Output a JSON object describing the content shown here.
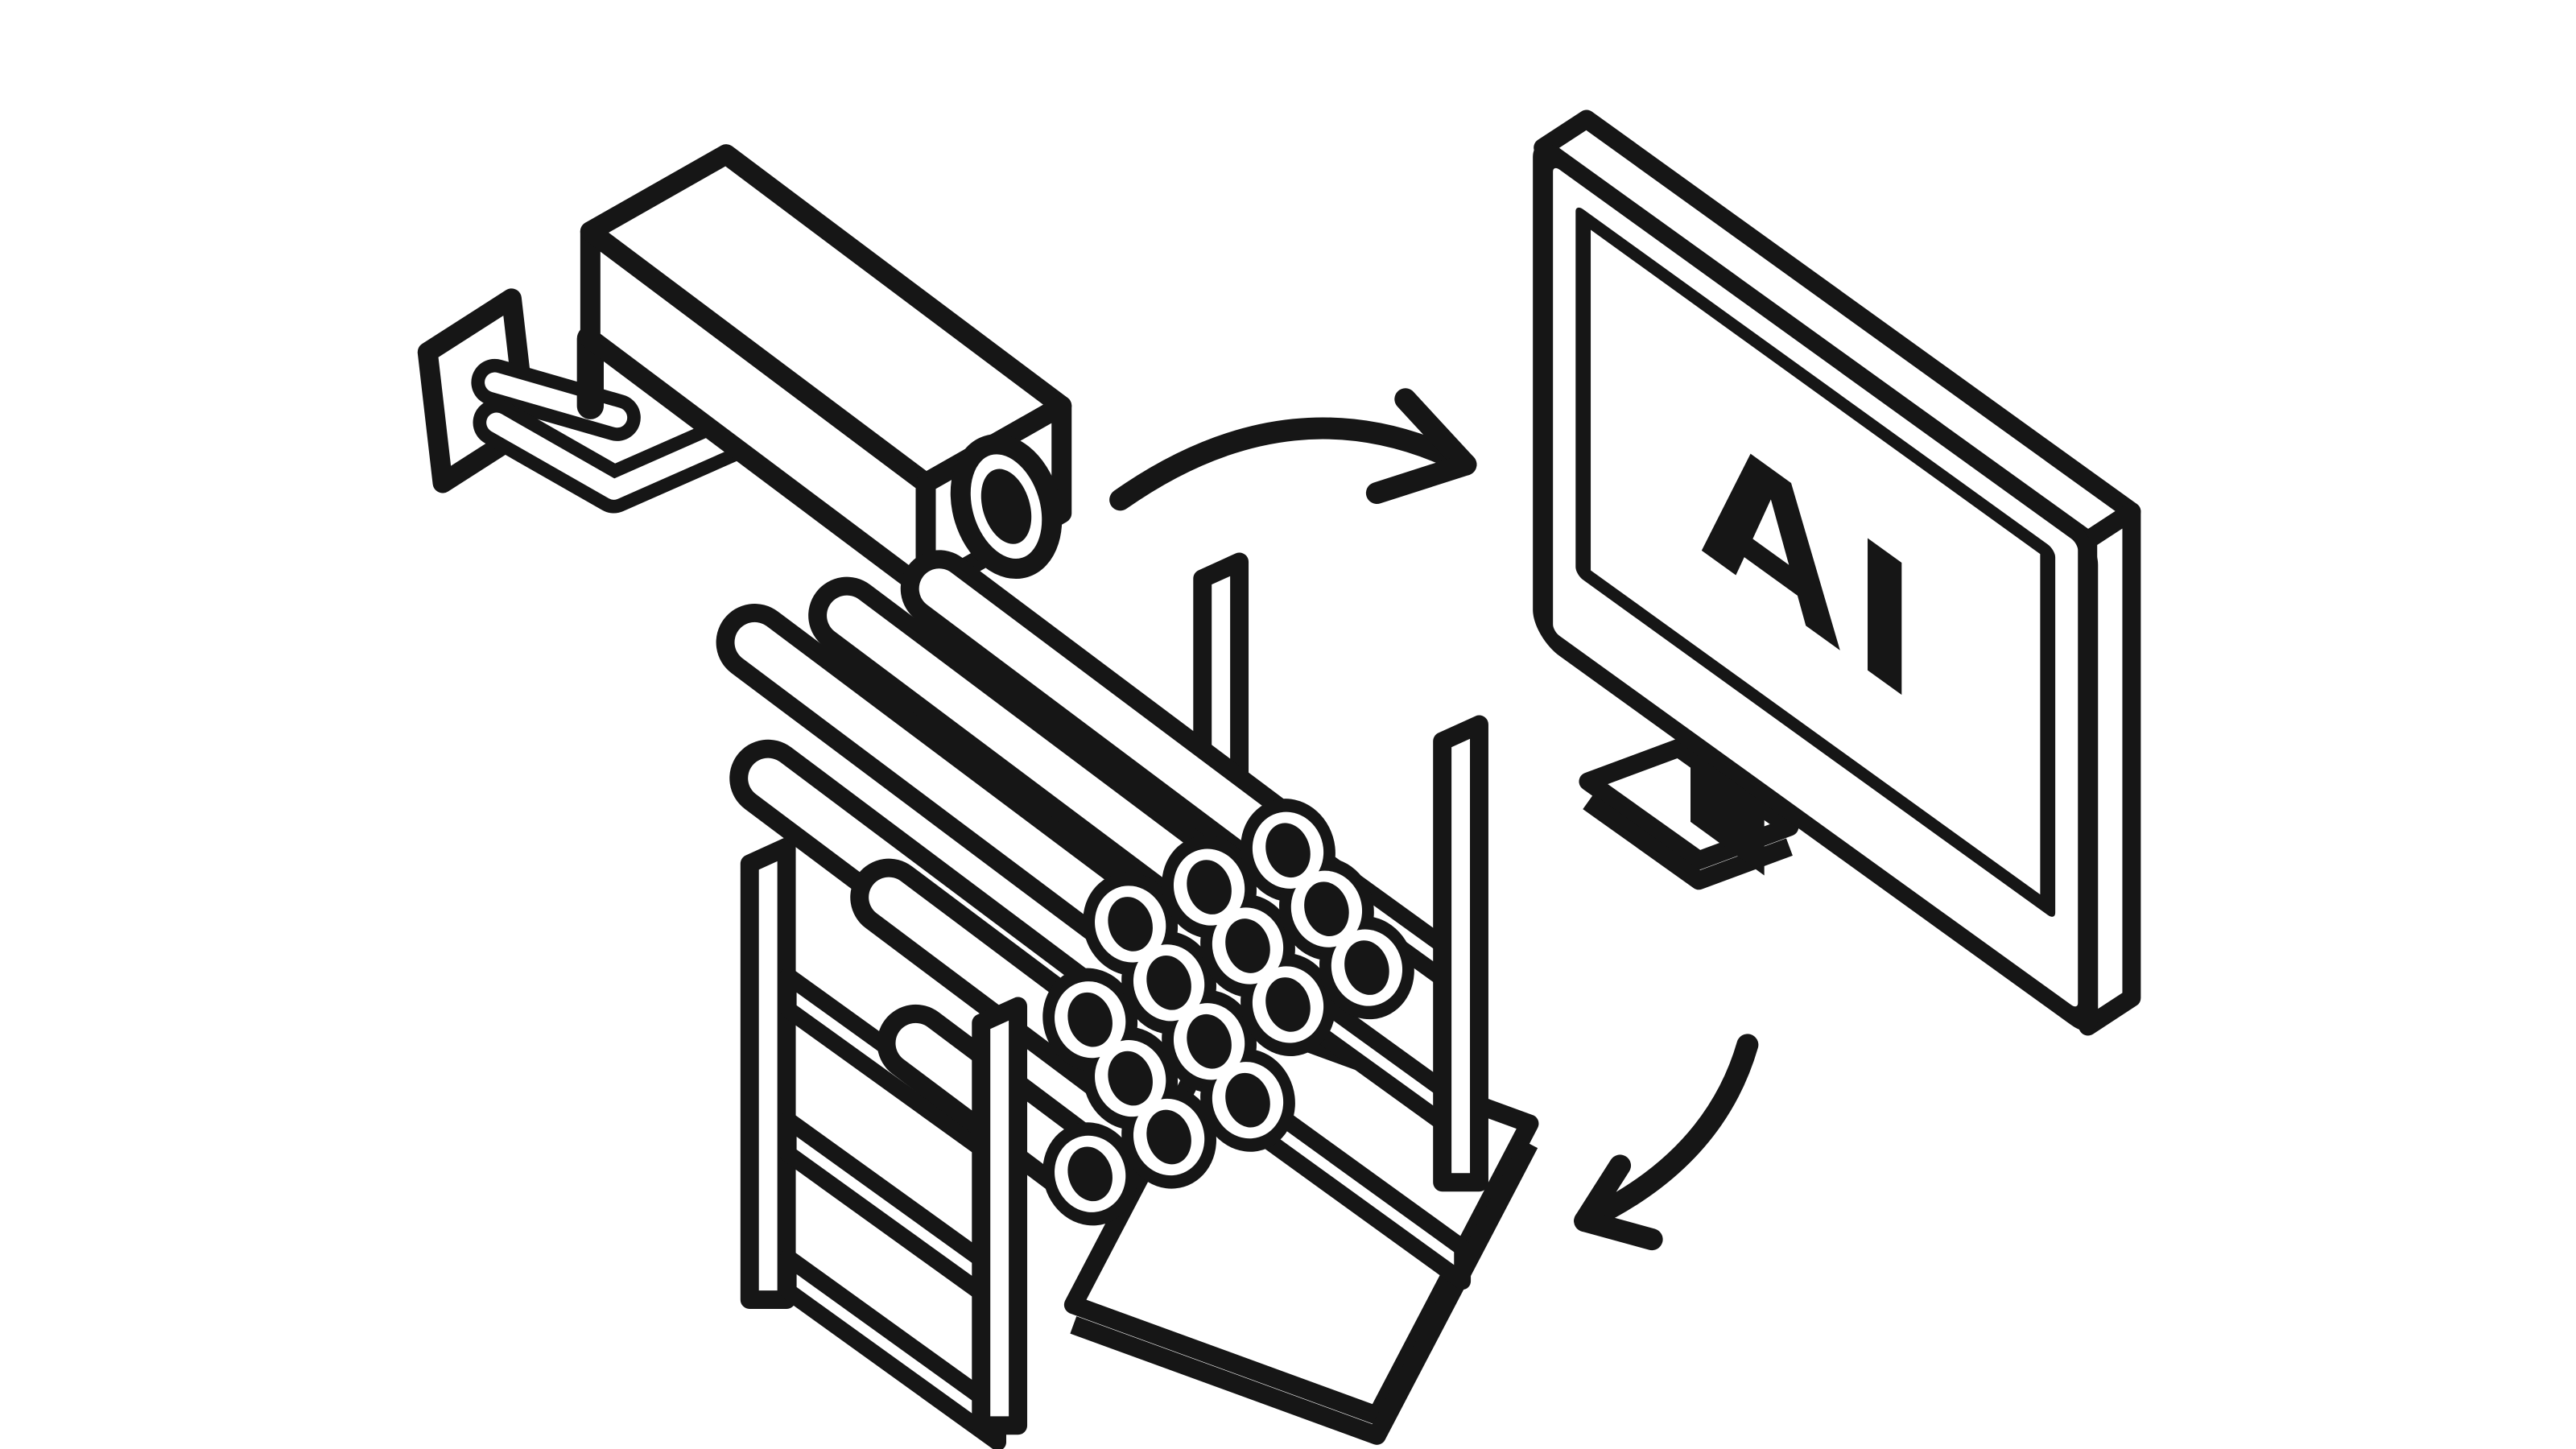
{
  "page": {
    "title": "Camera to AI pipe-inspection illustration",
    "background": "#ffffff"
  },
  "colors": {
    "ink": "#161616",
    "paper": "#ffffff"
  },
  "monitor": {
    "label": "AI"
  },
  "flow": {
    "nodes": [
      {
        "id": "cctv-camera",
        "kind": "security-camera-icon"
      },
      {
        "id": "ai-monitor",
        "kind": "computer-monitor-icon",
        "label": "AI"
      },
      {
        "id": "pipe-rack",
        "kind": "stacked-pipes-rack-icon",
        "pipe_end_rings": 14,
        "ring_rows": [
          3,
          4,
          4,
          3
        ],
        "visible_pipe_bodies": 6,
        "rack_posts": 4,
        "rails_per_side": 3
      }
    ],
    "edges": [
      {
        "from": "cctv-camera",
        "to": "ai-monitor",
        "style": "curved-arrow",
        "direction": "right"
      },
      {
        "from": "ai-monitor",
        "to": "pipe-rack",
        "style": "curved-arrow",
        "direction": "down-left"
      }
    ]
  }
}
